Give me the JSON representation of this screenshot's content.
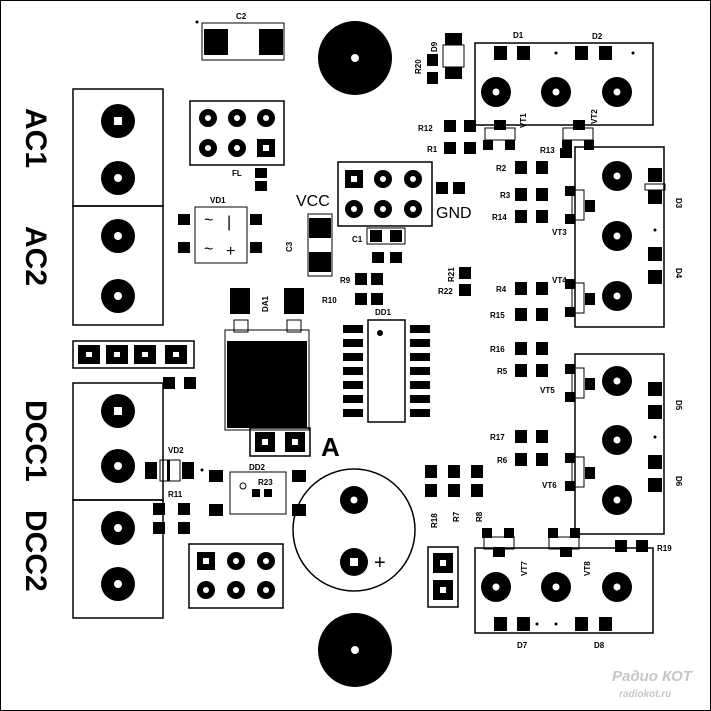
{
  "connectors": {
    "ac1": "AC1",
    "ac2": "AC2",
    "dcc1": "DCC1",
    "dcc2": "DCC2"
  },
  "nets": {
    "vcc": "VCC",
    "gnd": "GND",
    "a": "A"
  },
  "refs": {
    "c1": "C1",
    "c2": "C2",
    "c3": "C3",
    "vd1": "VD1",
    "vd2": "VD2",
    "da1": "DA1",
    "dd1": "DD1",
    "dd2": "DD2",
    "d1": "D1",
    "d2": "D2",
    "d3": "D3",
    "d4": "D4",
    "d5": "D5",
    "d6": "D6",
    "d7": "D7",
    "d8": "D8",
    "d9": "D9",
    "vt1": "VT1",
    "vt2": "VT2",
    "vt3": "VT3",
    "vt4": "VT4",
    "vt5": "VT5",
    "vt6": "VT6",
    "vt7": "VT7",
    "vt8": "VT8",
    "r1": "R1",
    "r2": "R2",
    "r3": "R3",
    "r4": "R4",
    "r5": "R5",
    "r6": "R6",
    "r7": "R7",
    "r8": "R8",
    "r9": "R9",
    "r10": "R10",
    "r11": "R11",
    "r12": "R12",
    "r13": "R13",
    "r14": "R14",
    "r15": "R15",
    "r16": "R16",
    "r17": "R17",
    "r18": "R18",
    "r19": "R19",
    "r20": "R20",
    "r21": "R21",
    "r22": "R22",
    "r23": "R23",
    "fl": "FL"
  },
  "symbols": {
    "plus": "+"
  },
  "watermark": {
    "brand": "Радио КОТ",
    "site": "radiokot.ru"
  }
}
